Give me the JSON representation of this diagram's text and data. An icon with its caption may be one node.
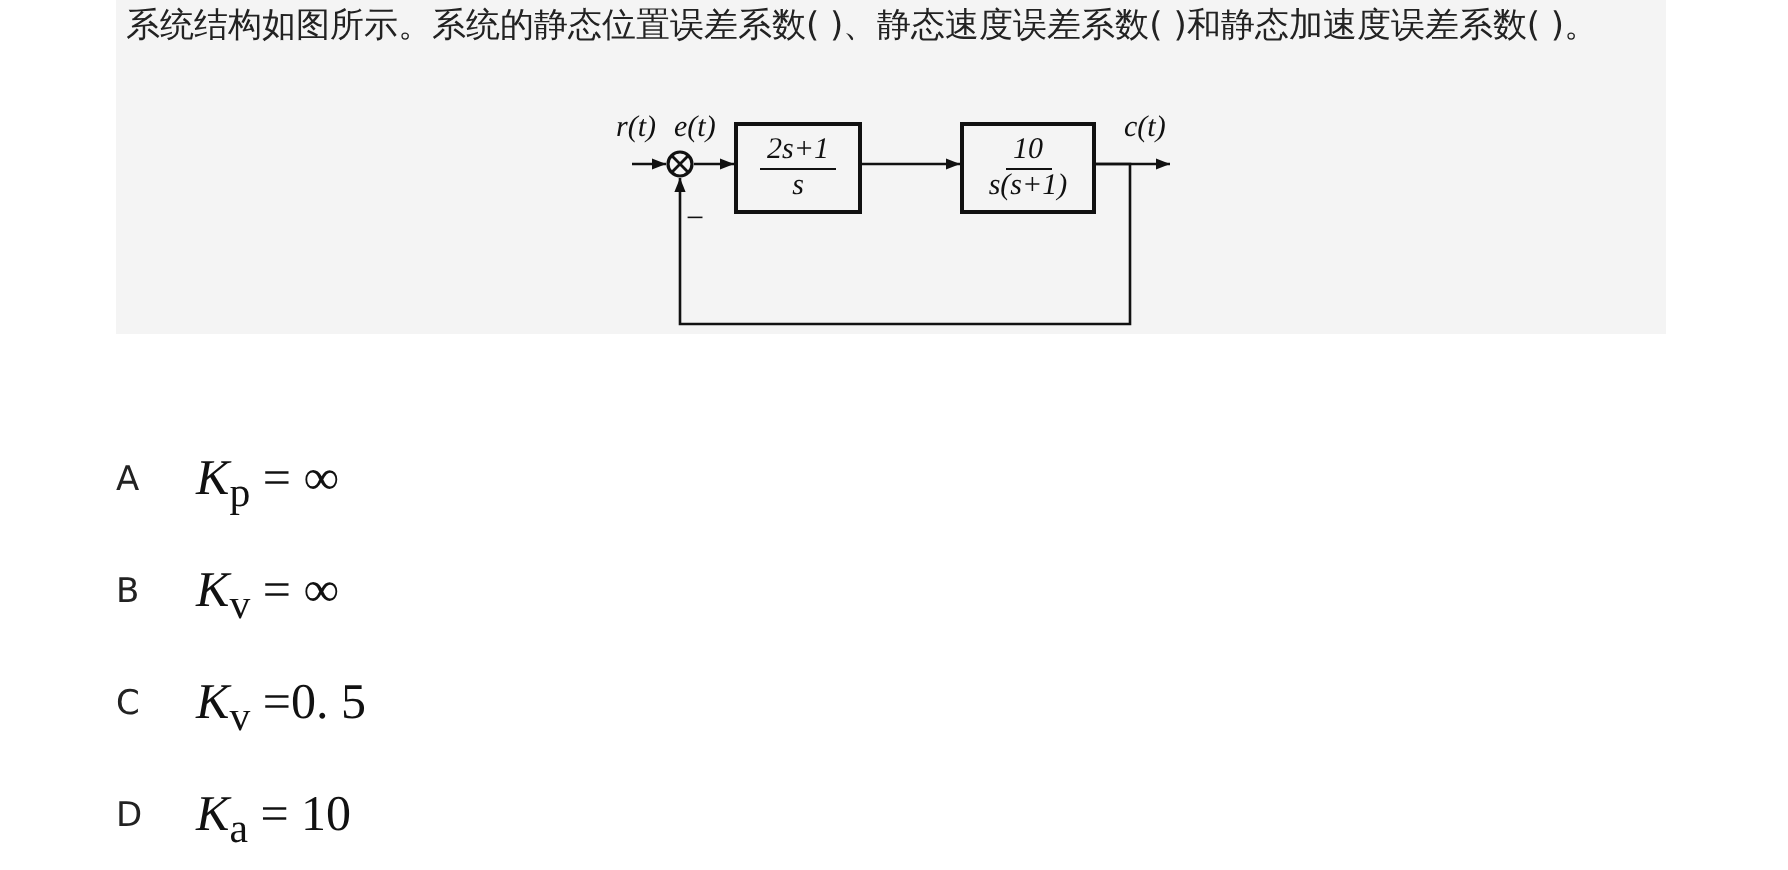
{
  "diagram": {
    "nodes": [
      {
        "text": [],
        "shape": "circle",
        "beside": [
          "−"
        ]
      },
      {
        "text": [
          "2s+1",
          "s"
        ]
      },
      {
        "text": [
          "10",
          "s(s+1)"
        ]
      }
    ],
    "edges": [
      {
        "from": null,
        "to": 0,
        "arrow": "to",
        "label": "r(t)"
      },
      {
        "from": 0,
        "to": 1,
        "arrow": "to",
        "label": "e(t)"
      },
      {
        "from": 1,
        "to": 2,
        "arrow": "to"
      },
      {
        "from": 2,
        "to": null,
        "arrow": "to",
        "label": "c(t)"
      },
      {
        "from": 2,
        "to": 0,
        "arrow": "to"
      }
    ],
    "labels": [
      "系统结构如图所示。系统的静态位置误差系数( )、静态速度误差系数( )和静态加速度误差系数( )。",
      "A",
      "*K*$_{p}$ = ∞",
      "B",
      "*K*$_{v}$ = ∞",
      "C",
      "*K*$_{v}$ =0. 5",
      "D",
      "*K*$_{a}$ = 10"
    ]
  }
}
